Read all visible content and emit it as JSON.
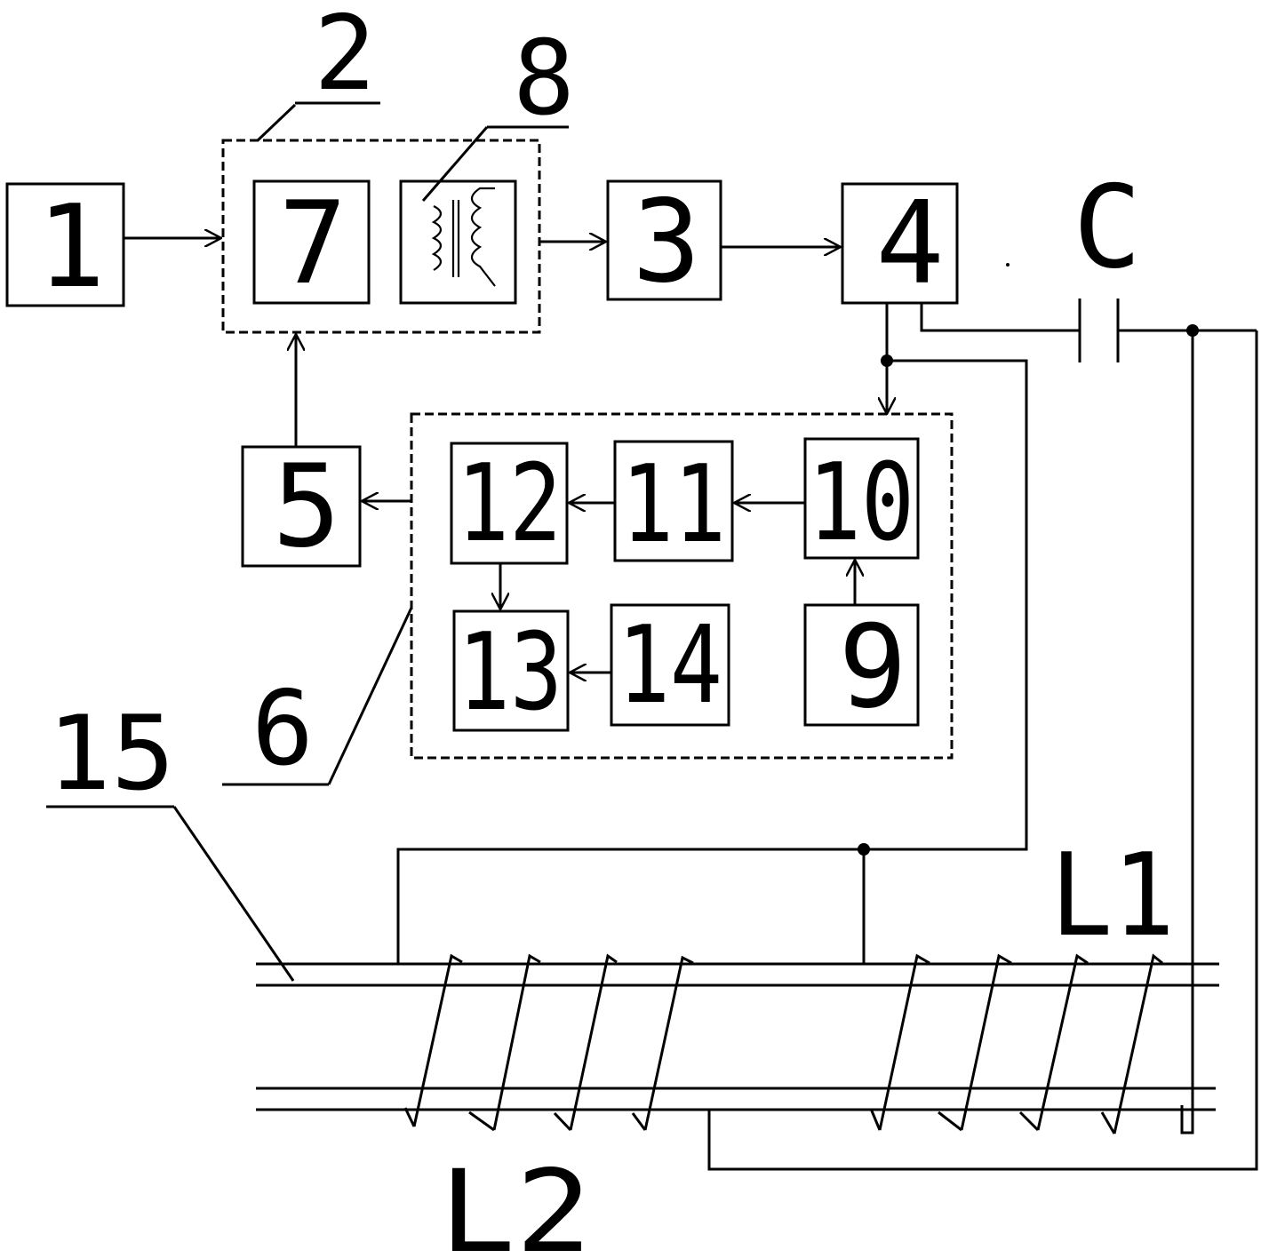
{
  "labels": {
    "b1": "1",
    "b2": "2",
    "b3": "3",
    "b4": "4",
    "b5": "5",
    "b6": "6",
    "b7": "7",
    "b8": "8",
    "b9": "9",
    "b10": "10",
    "b11": "11",
    "b12": "12",
    "b13": "13",
    "b14": "14",
    "b15": "15",
    "cap": "C",
    "coil_l1": "L1",
    "coil_l2": "L2"
  },
  "colors": {
    "line": "#000000",
    "background": "#ffffff"
  },
  "icons": {
    "transformer": "transformer-icon",
    "capacitor": "capacitor-icon"
  }
}
